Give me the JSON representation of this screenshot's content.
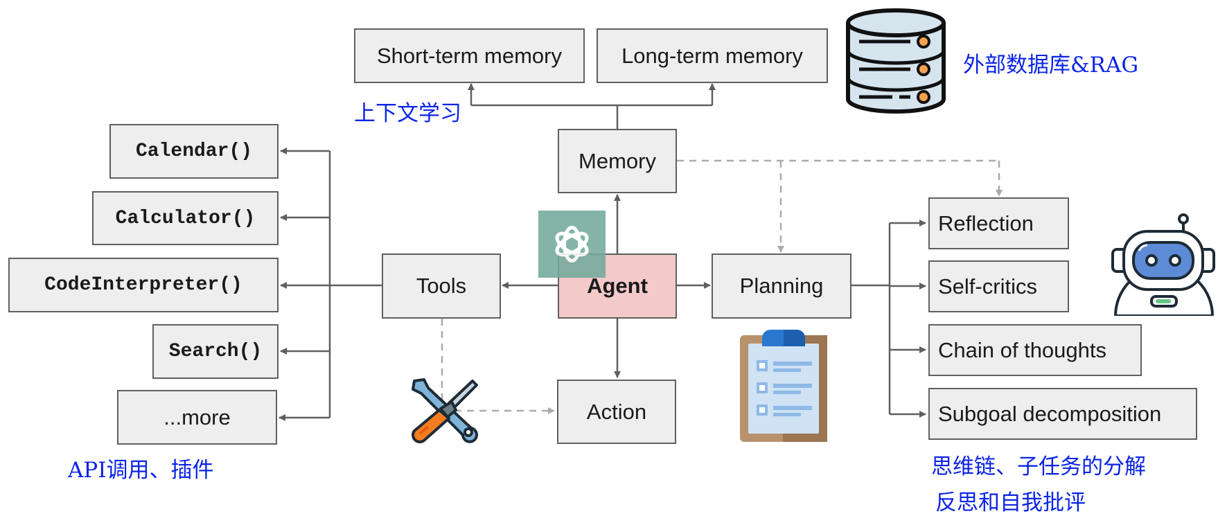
{
  "nodes": {
    "short_term_memory": "Short-term memory",
    "long_term_memory": "Long-term memory",
    "memory": "Memory",
    "agent": "Agent",
    "tools": "Tools",
    "planning": "Planning",
    "action": "Action",
    "reflection": "Reflection",
    "self_critics": "Self-critics",
    "chain_of_thoughts": "Chain of thoughts",
    "subgoal_decomposition": "Subgoal decomposition"
  },
  "tool_list": {
    "calendar": "Calendar()",
    "calculator": "Calculator()",
    "code_interpreter": "CodeInterpreter()",
    "search": "Search()",
    "more": "...more"
  },
  "annotations": {
    "in_context_learning": "上下文学习",
    "external_db_rag": "外部数据库&RAG",
    "api_plugins": "API调用、插件",
    "cot_subtasks": "思维链、子任务的分解",
    "reflection_self_critique": "反思和自我批评"
  },
  "colors": {
    "box_fill": "#eeeeee",
    "box_border": "#5f5f5f",
    "agent_fill": "#f3c9c9",
    "annotation_text": "#0b24e6",
    "solid_arrow": "#5f5f5f",
    "dashed_arrow": "#aaaaaa",
    "openai_logo_bg": "#74aa9c"
  },
  "icons": [
    "database-icon",
    "openai-logo-icon",
    "tools-icon",
    "clipboard-icon",
    "robot-icon"
  ]
}
